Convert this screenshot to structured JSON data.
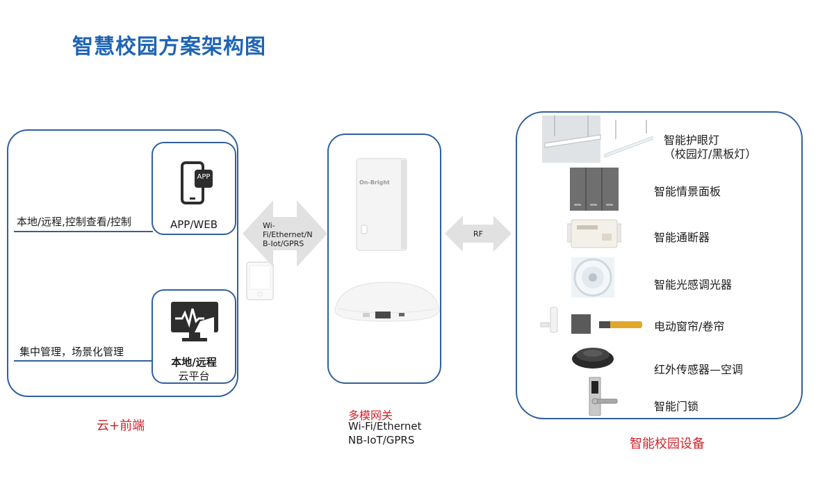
{
  "title": "智慧校园方案架构图",
  "left": {
    "line1": "本地/远程,控制查看/控制",
    "line2": "集中管理，场景化管理",
    "app_icon_text": "APP",
    "app_label": "APP/WEB",
    "cloud_label_bold": "本地/远程",
    "cloud_label": "云平台",
    "caption": "云+前端"
  },
  "arrow1": {
    "line1": "Wi-",
    "line2": "Fi/Ethernet/N",
    "line3": "B-Iot/GPRS"
  },
  "arrow2": {
    "label": "RF"
  },
  "gateway": {
    "brand": "On-Bright",
    "caption_title": "多模网关",
    "caption_line1": "Wi-Fi/Ethernet",
    "caption_line2": "NB-IoT/GPRS"
  },
  "devices": {
    "items": [
      {
        "label": "智能护眼灯",
        "sub": "（校园灯/黑板灯）"
      },
      {
        "label": "智能情景面板"
      },
      {
        "label": "智能通断器"
      },
      {
        "label": "智能光感调光器"
      },
      {
        "label": "电动窗帘/卷帘"
      },
      {
        "label": "红外传感器—空调"
      },
      {
        "label": "智能门锁"
      }
    ],
    "caption": "智能校园设备"
  },
  "colors": {
    "title": "#1e64b4",
    "border": "#2f5f9e",
    "caption": "#d0232a",
    "arrow": "#e1e1e1"
  }
}
